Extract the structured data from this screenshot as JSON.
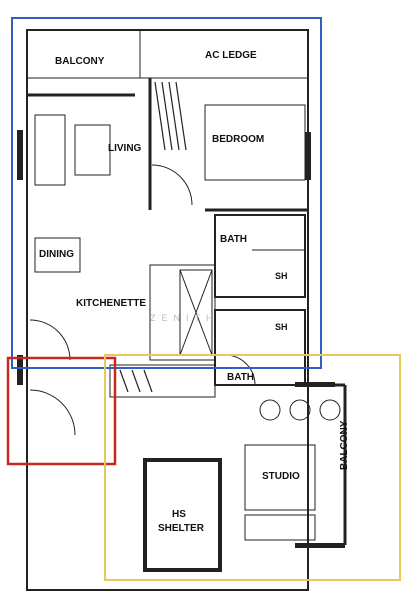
{
  "rooms": {
    "balcony_top": "BALCONY",
    "ac_ledge": "AC LEDGE",
    "living": "LIVING",
    "bedroom": "BEDROOM",
    "dining": "DINING",
    "bath_1": "BATH",
    "sh_1": "SH",
    "kitchenette": "KITCHENETTE",
    "sh_2": "SH",
    "bath_2": "BATH",
    "studio": "STUDIO",
    "hs_shelter_line1": "HS",
    "hs_shelter_line2": "SHELTER",
    "balcony_right": "BALCONY"
  },
  "watermark": "ZENITH",
  "colors": {
    "zone_blue": "#2f5fc4",
    "zone_red": "#c8281e",
    "zone_yellow": "#e8c85a",
    "wall": "#222222"
  }
}
